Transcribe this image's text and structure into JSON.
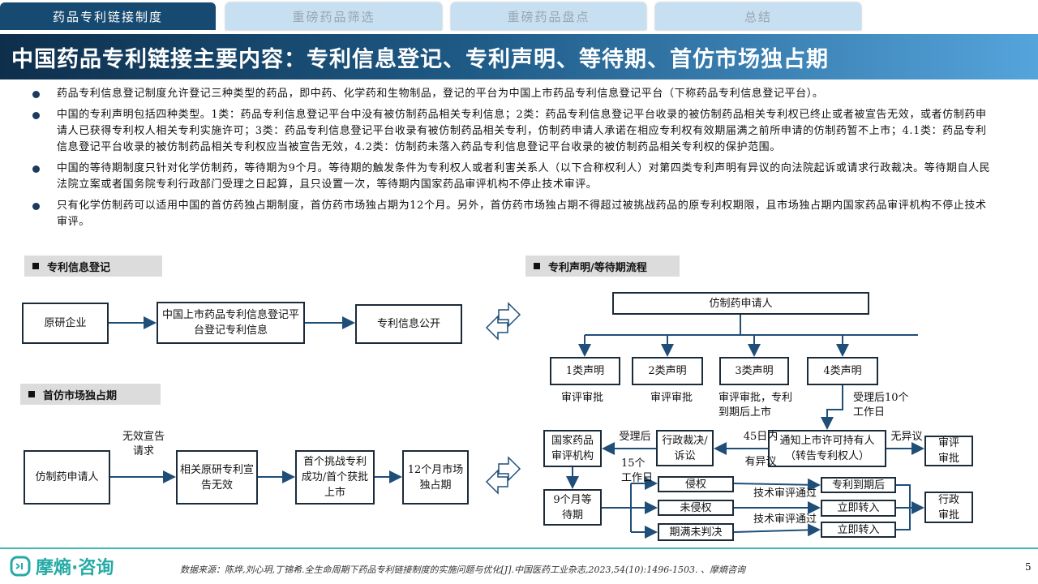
{
  "tabs": [
    {
      "label": "药品专利链接制度",
      "active": true
    },
    {
      "label": "重磅药品筛选",
      "active": false
    },
    {
      "label": "重磅药品盘点",
      "active": false
    },
    {
      "label": "总结",
      "active": false
    }
  ],
  "title": "中国药品专利链接主要内容：专利信息登记、专利声明、等待期、首仿市场独占期",
  "bullets": [
    "药品专利信息登记制度允许登记三种类型的药品，即中药、化学药和生物制品，登记的平台为中国上市药品专利信息登记平台（下称药品专利信息登记平台）。",
    "中国的专利声明包括四种类型。1类：药品专利信息登记平台中没有被仿制药品相关专利信息；2类：药品专利信息登记平台收录的被仿制药品相关专利权已终止或者被宣告无效，或者仿制药申请人已获得专利权人相关专利实施许可；3类：药品专利信息登记平台收录有被仿制药品相关专利，仿制药申请人承诺在相应专利权有效期届满之前所申请的仿制药暂不上市；4.1类：药品专利信息登记平台收录的被仿制药品相关专利权应当被宣告无效，4.2类：仿制药未落入药品专利信息登记平台收录的被仿制药品相关专利权的保护范围。",
    "中国的等待期制度只针对化学仿制药，等待期为9个月。等待期的触发条件为专利权人或者利害关系人（以下合称权利人）对第四类专利声明有异议的向法院起诉或请求行政裁决。等待期自人民法院立案或者国务院专利行政部门受理之日起算，且只设置一次，等待期内国家药品审评机构不停止技术审评。",
    "只有化学仿制药可以适用中国的首仿药独占期制度，首仿药市场独占期为12个月。另外，首仿药市场独占期不得超过被挑战药品的原专利权期限，且市场独占期内国家药品审评机构不停止技术审评。"
  ],
  "registration": {
    "header": "专利信息登记",
    "boxes": [
      "原研企业",
      "中国上市药品专利信息登记平台登记专利信息",
      "专利信息公开"
    ]
  },
  "exclusivity": {
    "header": "首仿市场独占期",
    "boxes": [
      "仿制药申请人",
      "相关原研专利宣告无效",
      "首个挑战专利成功/首个获批上市",
      "12个月市场独占期"
    ],
    "edge_label": "无效宣告请求"
  },
  "flow": {
    "header": "专利声明/等待期流程",
    "applicant": "仿制药申请人",
    "types": [
      "1类声明",
      "2类声明",
      "3类声明",
      "4类声明"
    ],
    "type_results": [
      "审评审批",
      "审评审批",
      "审评审批，专利到期后上市",
      "受理后10个工作日"
    ],
    "notify": "通知上市许可持有人（转告专利权人）",
    "no_objection": "无异议",
    "review_right": "审评审批",
    "within45": "45日内",
    "objection": "有异议",
    "admin": "行政裁决/诉讼",
    "after_accept": "受理后",
    "cde": "国家药品审评机构",
    "days15": "15个工作日",
    "wait9": "9个月等待期",
    "outcomes": [
      "侵权",
      "未侵权",
      "期满未判决"
    ],
    "results": [
      "专利到期后",
      "立即转入",
      "立即转入"
    ],
    "tech_pass": "技术审评通过",
    "admin_approval": "行政审批"
  },
  "footer": {
    "logo": "摩熵·咨询",
    "source": "数据来源：陈烨,刘心玥,丁锦希.全生命周期下药品专利链接制度的实施问题与优化[J].中国医药工业杂志,2023,54(10):1496-1503. 、摩熵咨询",
    "page": "5"
  }
}
